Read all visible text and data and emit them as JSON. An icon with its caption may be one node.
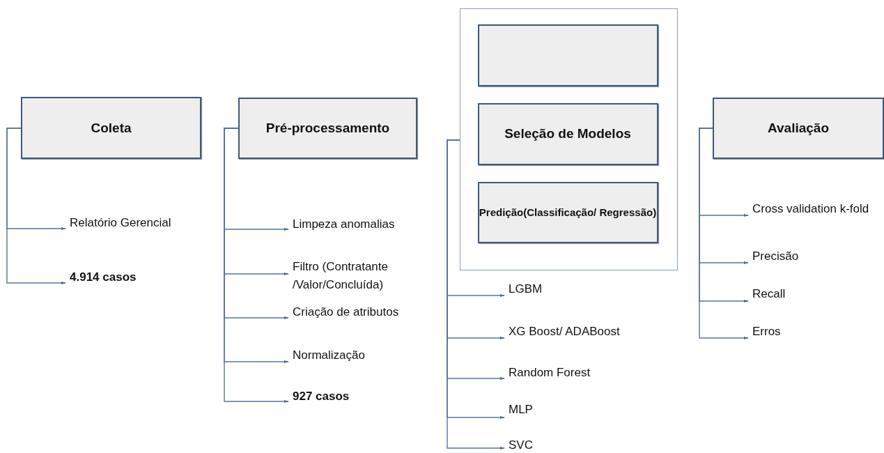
{
  "diagram": {
    "nodes": [
      {
        "text": [
          "Coleta"
        ]
      },
      {
        "text": [
          "Relatório Gerencial"
        ]
      },
      {
        "text": [
          "4.914 casos"
        ]
      },
      {
        "text": [
          "Pré-processamento"
        ]
      },
      {
        "text": [
          "Limpeza anomalias"
        ]
      },
      {
        "text": [
          "Filtro (Contratante /Valor/Concluída)"
        ]
      },
      {
        "text": [
          "Criação de atributos"
        ]
      },
      {
        "text": [
          "Normalização"
        ]
      },
      {
        "text": [
          "927 casos"
        ]
      },
      {
        "text": [],
        "shape": "box"
      },
      {
        "text": [],
        "shape": "box",
        "in": 9
      },
      {
        "text": [
          "Seleção de Modelos"
        ],
        "in": 9
      },
      {
        "text": [
          "Predição(Classificação/ Regressão)"
        ],
        "in": 9
      },
      {
        "text": [
          "LGBM"
        ]
      },
      {
        "text": [
          "XG Boost/ ADABoost"
        ]
      },
      {
        "text": [
          "Random Forest"
        ]
      },
      {
        "text": [
          "MLP"
        ]
      },
      {
        "text": [
          "SVC"
        ]
      },
      {
        "text": [
          "Avaliação"
        ]
      },
      {
        "text": [
          "Cross validation k-fold"
        ]
      },
      {
        "text": [
          "Precisão"
        ]
      },
      {
        "text": [
          "Recall"
        ]
      },
      {
        "text": [
          "Erros"
        ]
      }
    ],
    "edges": [
      {
        "from": 0,
        "to": 1,
        "arrow": "to"
      },
      {
        "from": 0,
        "to": 2,
        "arrow": "to"
      },
      {
        "from": 3,
        "to": 4,
        "arrow": "to"
      },
      {
        "from": 3,
        "to": 5,
        "arrow": "to"
      },
      {
        "from": 3,
        "to": 6,
        "arrow": "to"
      },
      {
        "from": 3,
        "to": 7,
        "arrow": "to"
      },
      {
        "from": 3,
        "to": 8,
        "arrow": "to"
      },
      {
        "from": 9,
        "to": 13,
        "arrow": "to"
      },
      {
        "from": 9,
        "to": 14,
        "arrow": "to"
      },
      {
        "from": 9,
        "to": 15,
        "arrow": "to"
      },
      {
        "from": 9,
        "to": 16,
        "arrow": "to"
      },
      {
        "from": 9,
        "to": 17,
        "arrow": "to"
      },
      {
        "from": 18,
        "to": 19,
        "arrow": "to"
      },
      {
        "from": 18,
        "to": 20,
        "arrow": "to"
      },
      {
        "from": 18,
        "to": 21,
        "arrow": "to"
      },
      {
        "from": 18,
        "to": 22,
        "arrow": "to"
      }
    ]
  }
}
